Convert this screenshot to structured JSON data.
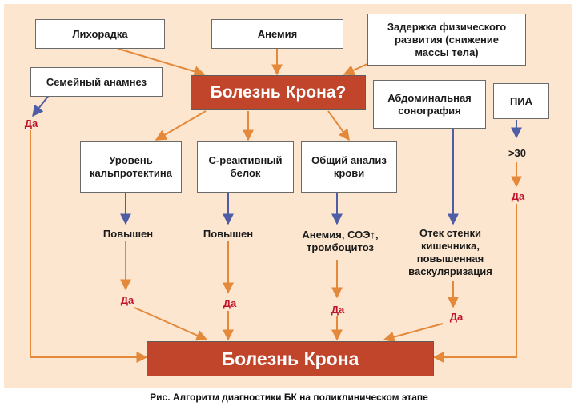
{
  "symptoms": {
    "fever": "Лихорадка",
    "anemia": "Анемия",
    "growth_delay": "Задержка физического развития (снижение массы тела)",
    "family_history": "Семейный анамнез"
  },
  "question": "Болезнь Крона?",
  "tests": {
    "calprotectin": "Уровень кальпротектина",
    "crp": "С-реактивный белок",
    "cbc": "Общий анализ крови",
    "sonography": "Абдоминальная сонография",
    "pia": "ПИА"
  },
  "results": {
    "calprotectin": "Повышен",
    "crp": "Повышен",
    "cbc": "Анемия, СОЭ↑, тромбоцитоз",
    "sonography": "Отек стенки кишечника, повышенная васкуляризация",
    "pia": ">30"
  },
  "yes_label": "Да",
  "conclusion": "Болезнь Крона",
  "caption": "Рис. Алгоритм диагностики БК на поликлиническом этапе",
  "colors": {
    "orange_arrow": "#e4883a",
    "blue_arrow": "#4d5da6",
    "red_box": "#c0452b",
    "background": "#fce6cf",
    "yes_text": "#c0142b"
  }
}
